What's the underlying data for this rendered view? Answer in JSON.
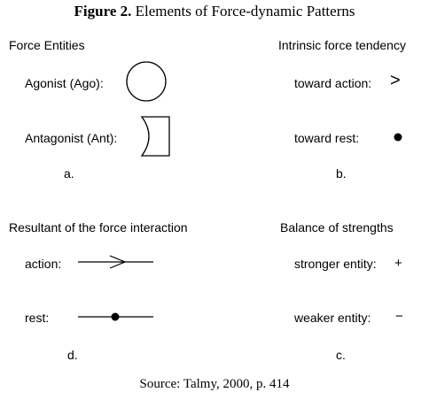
{
  "figure": {
    "number": "Figure 2.",
    "title": "Elements of Force-dynamic Patterns"
  },
  "panels": {
    "a": {
      "heading": "Force Entities",
      "agonist_label": "Agonist (Ago):",
      "antagonist_label": "Antagonist (Ant):",
      "letter": "a."
    },
    "b": {
      "heading": "Intrinsic force tendency",
      "action_label": "toward action:",
      "action_symbol": ">",
      "rest_label": "toward rest:",
      "letter": "b."
    },
    "d": {
      "heading": "Resultant of the force interaction",
      "action_label": "action:",
      "rest_label": "rest:",
      "letter": "d."
    },
    "c": {
      "heading": "Balance of strengths",
      "stronger_label": "stronger entity:",
      "stronger_symbol": "+",
      "weaker_label": "weaker entity:",
      "weaker_symbol": "−",
      "letter": "c."
    }
  },
  "source": "Source: Talmy, 2000, p. 414"
}
